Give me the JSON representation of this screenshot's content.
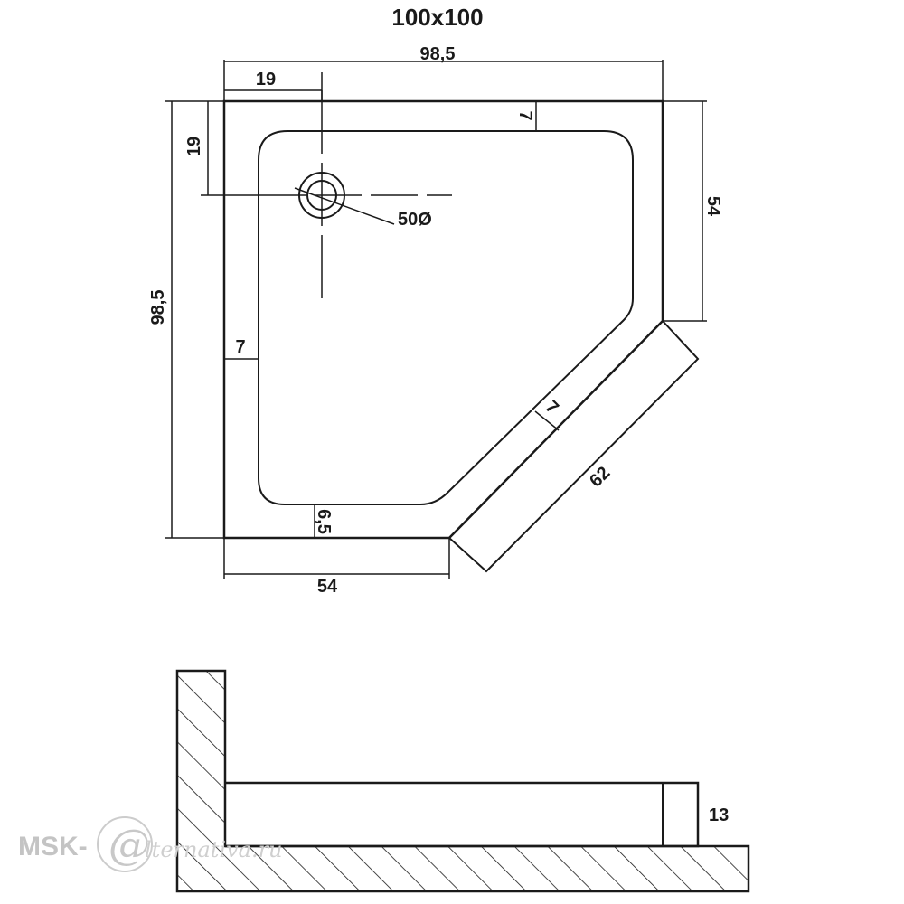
{
  "title": "100x100",
  "dimensions": {
    "top_width": "98,5",
    "drain_offset_x": "19",
    "drain_offset_y": "19",
    "left_height": "98,5",
    "right_side": "54",
    "bottom_side": "54",
    "diagonal_side": "62",
    "rim_top": "7",
    "rim_left": "7",
    "rim_diagonal": "7",
    "rim_bottom": "6,5",
    "drain_diameter": "50Ø",
    "tray_height": "13"
  },
  "watermark": {
    "brand": "MSK-",
    "at": "@",
    "script": "lternativa.ru"
  },
  "colors": {
    "line": "#1a1a1a",
    "watermark": "#c4c4c4",
    "background": "#ffffff"
  }
}
